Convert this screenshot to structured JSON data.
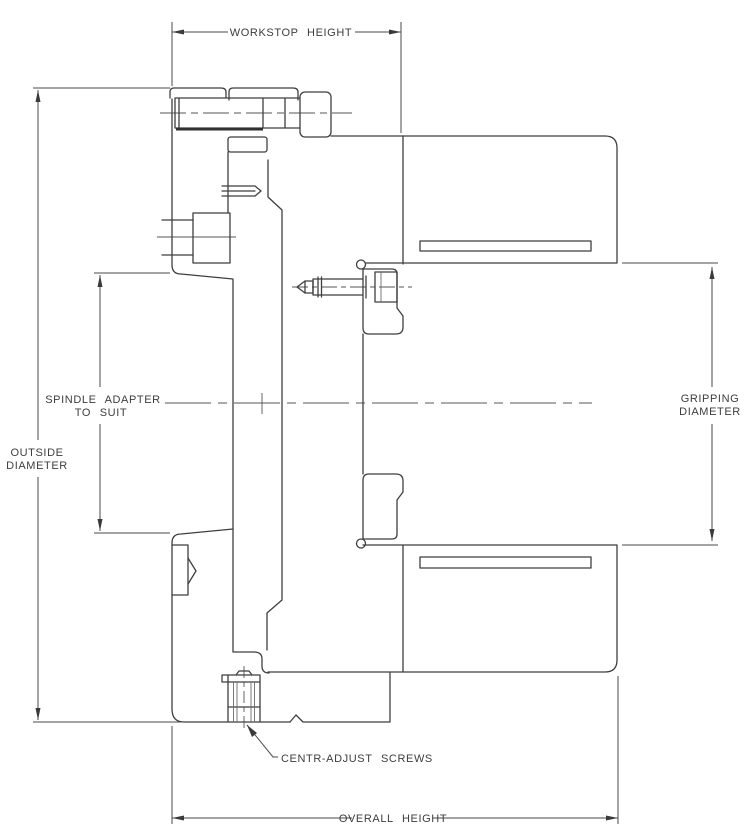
{
  "drawing": {
    "type": "engineering-section-drawing",
    "subject": "chuck workholding fixture cross-section",
    "labels": {
      "workstop_height": "WORKSTOP HEIGHT",
      "overall_height": "OVERALL HEIGHT",
      "outside_diameter_line1": "OUTSIDE",
      "outside_diameter_line2": "DIAMETER",
      "spindle_adapter_line1": "SPINDLE ADAPTER",
      "spindle_adapter_line2": "TO SUIT",
      "gripping_diameter_line1": "GRIPPING",
      "gripping_diameter_line2": "DIAMETER",
      "centr_adjust_screws": "CENTR-ADJUST SCREWS"
    },
    "colors": {
      "background": "#ffffff",
      "outline": "#3f3f3f",
      "dimension": "#4a4a4a",
      "text": "#3d3d3d"
    }
  }
}
